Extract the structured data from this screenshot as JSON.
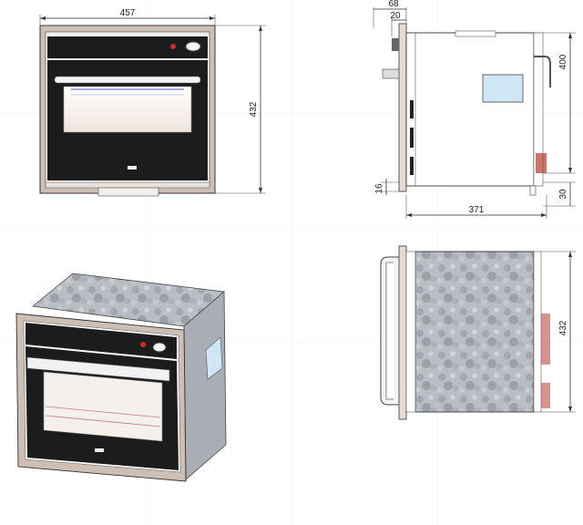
{
  "dimensions": {
    "front_width": "457",
    "front_height": "432",
    "side_flange": "68",
    "side_door_gap": "20",
    "side_height": "400",
    "side_bottom": "16",
    "side_foot": "30",
    "side_depth": "371",
    "top_height": "432"
  },
  "colors": {
    "frame": "#cdbfb4",
    "panel": "#1c1c1c",
    "glass": "#f6f0ec",
    "steel": "#a9aeb5",
    "window": "#cfe6f7"
  }
}
